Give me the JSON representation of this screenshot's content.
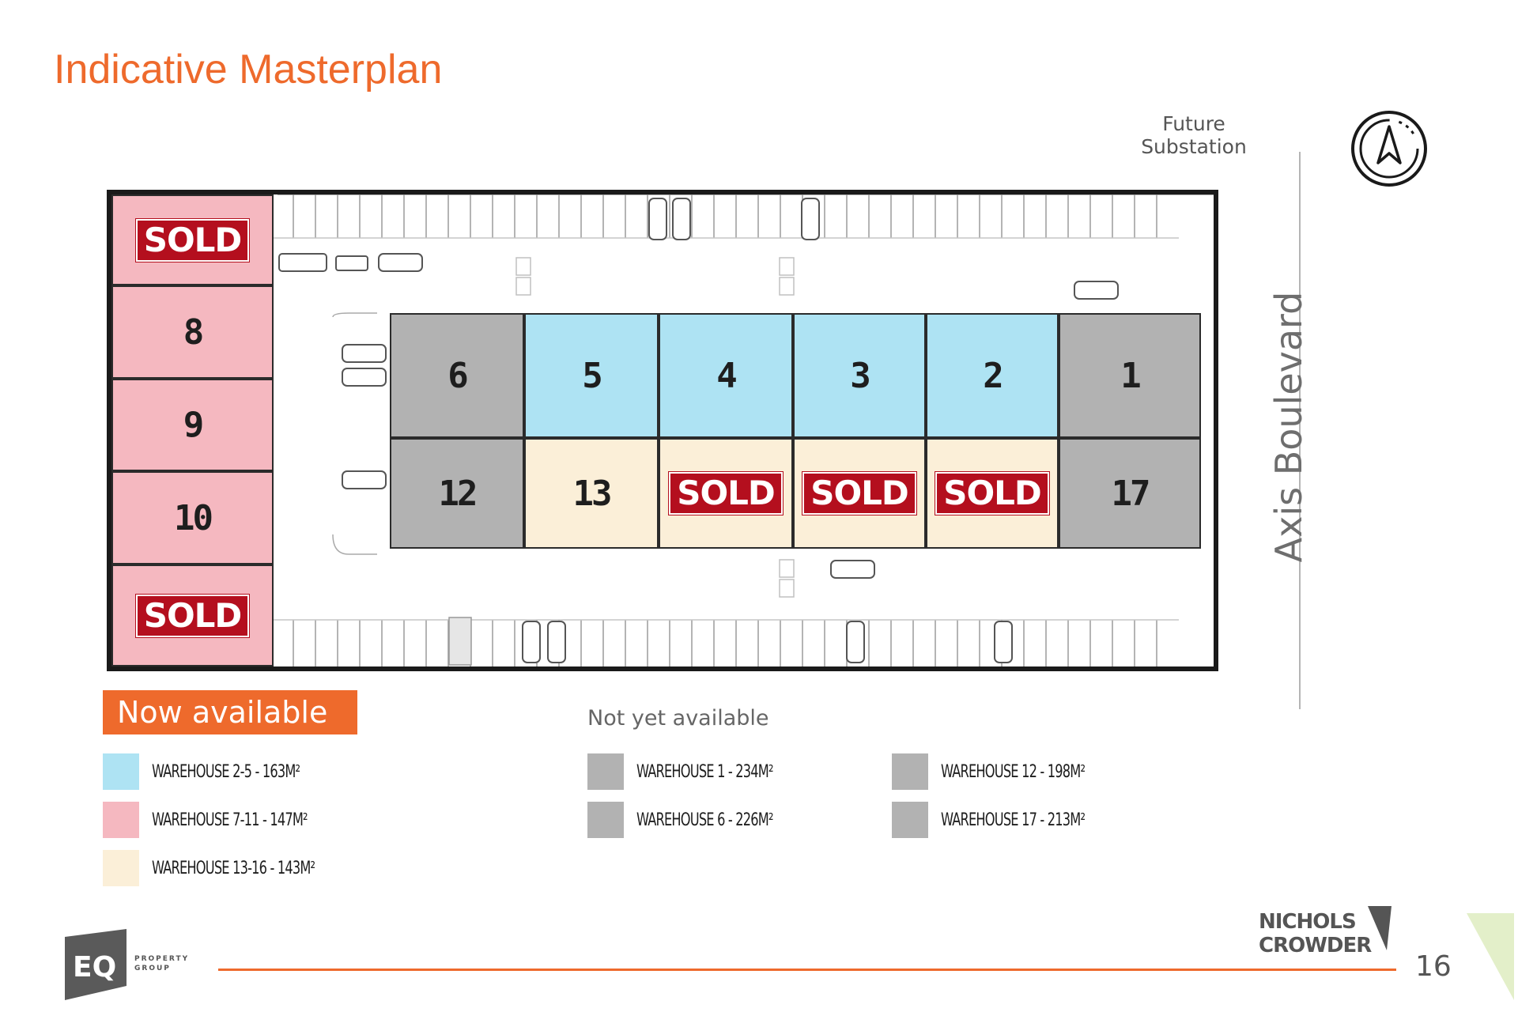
{
  "title": "Indicative Masterplan",
  "site": {
    "substation_label": "Future Substation",
    "road_label": "Axis Boulevard",
    "sold_label": "SOLD",
    "units": {
      "u1": "1",
      "u2": "2",
      "u3": "3",
      "u4": "4",
      "u5": "5",
      "u6": "6",
      "u8": "8",
      "u9": "9",
      "u10": "10",
      "u12": "12",
      "u13": "13",
      "u17": "17"
    }
  },
  "colors": {
    "blue": "#aee3f3",
    "pink": "#f5b8c0",
    "cream": "#fbefd8",
    "grey": "#b2b2b2",
    "accent": "#ee6a2c",
    "sold": "#b40f1e"
  },
  "legend": {
    "now_available_label": "Now available",
    "not_yet_available_label": "Not yet available",
    "now_items": [
      "WAREHOUSE 2-5 - 163M²",
      "WAREHOUSE 7-11 - 147M²",
      "WAREHOUSE 13-16 - 143M²"
    ],
    "not_yet_items": [
      "WAREHOUSE 1 - 234M²",
      "WAREHOUSE 6 - 226M²",
      "WAREHOUSE 12 - 198M²",
      "WAREHOUSE 17 - 213M²"
    ]
  },
  "footer": {
    "page_number": "16",
    "eq_logo_text": "EQ",
    "eq_logo_sub1": "PROPERTY",
    "eq_logo_sub2": "GROUP",
    "nc_logo_line1": "NICHOLS",
    "nc_logo_line2": "CROWDER"
  }
}
